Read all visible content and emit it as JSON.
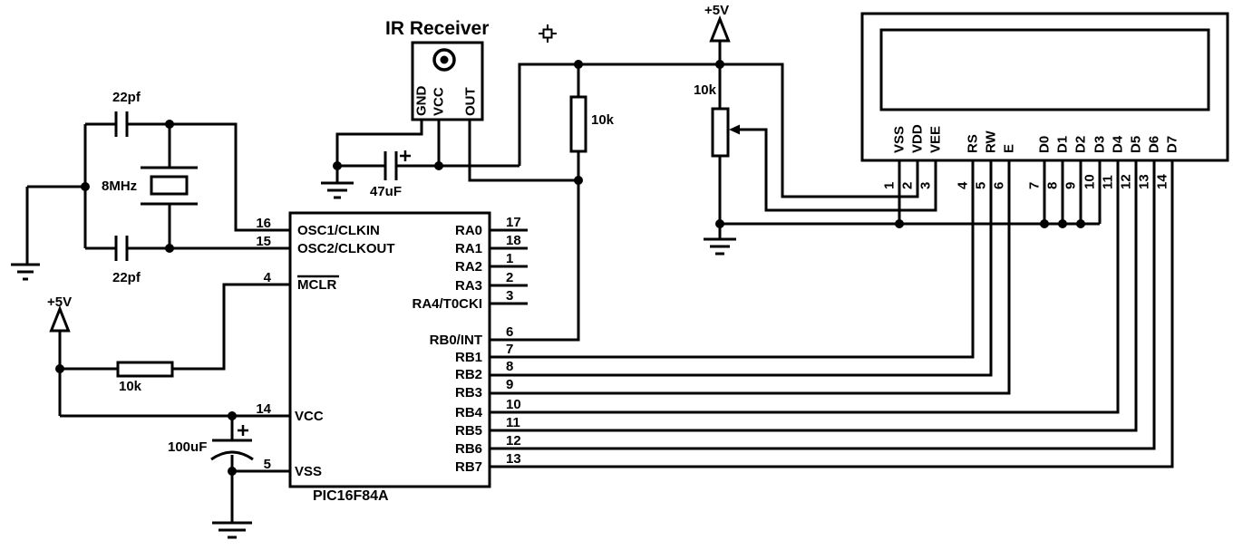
{
  "ir_receiver": {
    "title": "IR Receiver",
    "pin_gnd": "GND",
    "pin_vcc": "VCC",
    "pin_out": "OUT",
    "filter_cap": "47uF"
  },
  "oscillator": {
    "cap_top": "22pf",
    "crystal": "8MHz",
    "cap_bottom": "22pf"
  },
  "power": {
    "supply_left": "+5V",
    "supply_mid": "+5V",
    "mclr_resistor": "10k",
    "bulk_cap": "100uF",
    "pullup_resistor": "10k",
    "contrast_pot": "10k"
  },
  "mcu": {
    "name": "PIC16F84A",
    "left_pins": [
      {
        "num": "16",
        "label": "OSC1/CLKIN"
      },
      {
        "num": "15",
        "label": "OSC2/CLKOUT"
      },
      {
        "num": "4",
        "label": "MCLR"
      },
      {
        "num": "14",
        "label": "VCC"
      },
      {
        "num": "5",
        "label": "VSS"
      }
    ],
    "right_pins": [
      {
        "num": "17",
        "label": "RA0"
      },
      {
        "num": "18",
        "label": "RA1"
      },
      {
        "num": "1",
        "label": "RA2"
      },
      {
        "num": "2",
        "label": "RA3"
      },
      {
        "num": "3",
        "label": "RA4/T0CKI"
      },
      {
        "num": "6",
        "label": "RB0/INT"
      },
      {
        "num": "7",
        "label": "RB1"
      },
      {
        "num": "8",
        "label": "RB2"
      },
      {
        "num": "9",
        "label": "RB3"
      },
      {
        "num": "10",
        "label": "RB4"
      },
      {
        "num": "11",
        "label": "RB5"
      },
      {
        "num": "12",
        "label": "RB6"
      },
      {
        "num": "13",
        "label": "RB7"
      }
    ]
  },
  "lcd": {
    "pins": [
      {
        "num": "1",
        "label": "VSS"
      },
      {
        "num": "2",
        "label": "VDD"
      },
      {
        "num": "3",
        "label": "VEE"
      },
      {
        "num": "4",
        "label": "RS"
      },
      {
        "num": "5",
        "label": "RW"
      },
      {
        "num": "6",
        "label": "E"
      },
      {
        "num": "7",
        "label": "D0"
      },
      {
        "num": "8",
        "label": "D1"
      },
      {
        "num": "9",
        "label": "D2"
      },
      {
        "num": "10",
        "label": "D3"
      },
      {
        "num": "11",
        "label": "D4"
      },
      {
        "num": "12",
        "label": "D5"
      },
      {
        "num": "13",
        "label": "D6"
      },
      {
        "num": "14",
        "label": "D7"
      }
    ]
  }
}
